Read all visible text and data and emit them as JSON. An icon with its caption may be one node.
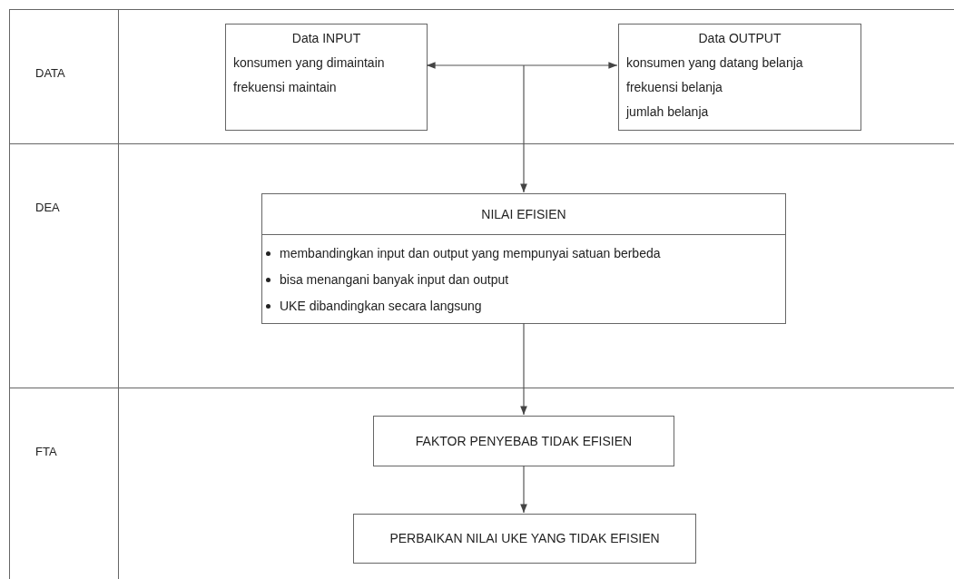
{
  "diagram": {
    "nodes": [
      {
        "text": [
          "DATA"
        ]
      },
      {
        "text": [
          "DEA"
        ]
      },
      {
        "text": [
          "FTA"
        ]
      },
      {
        "text": [
          "Data INPUT",
          "konsumen yang dimaintain",
          "frekuensi maintain"
        ],
        "in": 0
      },
      {
        "text": [
          "Data OUTPUT",
          "konsumen yang datang belanja",
          "frekuensi belanja",
          "jumlah belanja"
        ],
        "in": 0
      },
      {
        "text": [
          "NILAI EFISIEN",
          "membandingkan input dan output yang mempunyai satuan berbeda",
          "bisa menangani banyak input dan output",
          "UKE dibandingkan secara langsung"
        ],
        "in": 1
      },
      {
        "text": [
          "FAKTOR PENYEBAB TIDAK EFISIEN"
        ],
        "in": 2
      },
      {
        "text": [
          "PERBAIKAN NILAI UKE YANG TIDAK EFISIEN"
        ],
        "in": 2
      }
    ],
    "edges": [
      {
        "from": 3,
        "to": 4,
        "arrow": "both"
      },
      {
        "from": null,
        "to": 5,
        "arrow": "to"
      },
      {
        "from": 5,
        "to": 6,
        "arrow": "to"
      },
      {
        "from": 6,
        "to": 7,
        "arrow": "to"
      }
    ]
  }
}
